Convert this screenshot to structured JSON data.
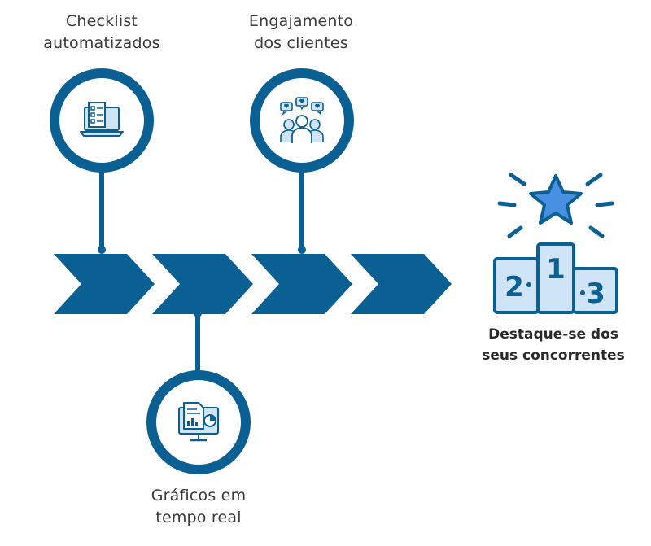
{
  "steps": [
    {
      "label": "Checklist\nautomatizados",
      "icon": "laptop-checklist-icon"
    },
    {
      "label": "Gráficos em\ntempo real",
      "icon": "monitor-charts-icon"
    },
    {
      "label": "Engajamento\ndos clientes",
      "icon": "customers-engagement-icon"
    }
  ],
  "goal": {
    "label": "Destaque-se dos\nseus concorrentes",
    "icon": "podium-star-icon"
  },
  "colors": {
    "primary": "#0a5f93",
    "icon_fill": "#cfe4f7",
    "star": "#4a90e2"
  }
}
